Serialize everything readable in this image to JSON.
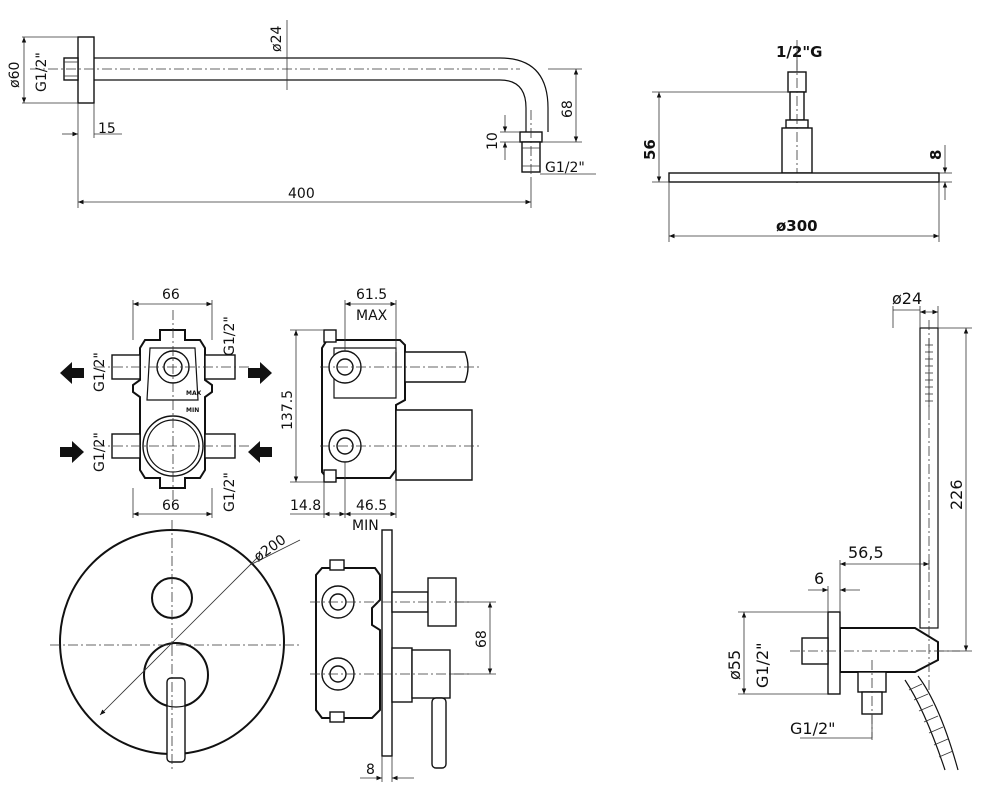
{
  "shower_arm": {
    "diameter": "ø24",
    "wall_flange_diameter": "ø60",
    "inlet_thread": "G1/2\"",
    "flange_depth": "15",
    "drop_height": "68",
    "outlet_length": "10",
    "outlet_thread": "G1/2\"",
    "projection": "400"
  },
  "shower_head": {
    "connection": "1/2\"G",
    "height": "56",
    "plate_thickness": "8",
    "diameter": "ø300"
  },
  "mixer_body_front": {
    "width_top": "66",
    "width_bottom": "66",
    "port_top_right": "G1/2\"",
    "port_top_left": "G1/2\"",
    "port_bottom_left": "G1/2\"",
    "port_bottom_right": "G1/2\"",
    "mark_max": "MAX",
    "mark_min": "MIN"
  },
  "mixer_body_side": {
    "depth_max_value": "61.5",
    "depth_max_label": "MAX",
    "height": "137.5",
    "offset": "14.8",
    "depth_min_value": "46.5",
    "depth_min_label": "MIN"
  },
  "trim_plate": {
    "diameter": "ø200"
  },
  "trim_side": {
    "spacing": "68",
    "plate_thickness": "8"
  },
  "hand_shower": {
    "handle_diameter": "ø24",
    "handle_length": "226",
    "holder_projection": "56,5",
    "flange_thickness": "6",
    "flange_diameter": "ø55",
    "wall_thread": "G1/2\"",
    "hose_thread": "G1/2\""
  }
}
